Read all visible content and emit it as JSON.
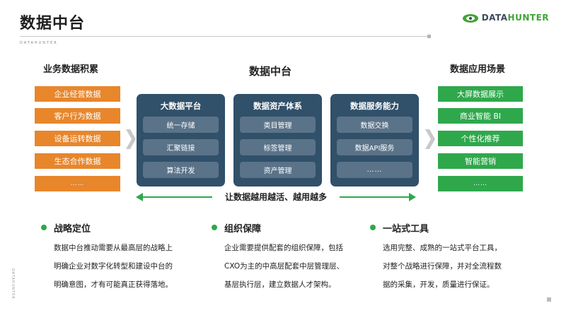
{
  "header": {
    "title": "数据中台",
    "brand_a": "DATA",
    "brand_b": "HUNTER",
    "sub_brand": "DATAHUNTER"
  },
  "diagram": {
    "left_title": "业务数据积累",
    "center_title": "数据中台",
    "right_title": "数据应用场景",
    "left_items": [
      "企业经营数据",
      "客户行为数据",
      "设备运转数据",
      "生态合作数据",
      "……"
    ],
    "right_items": [
      "大屏数据展示",
      "商业智能 BI",
      "个性化推荐",
      "智能营销",
      "……"
    ],
    "panels": [
      {
        "title": "大数据平台",
        "items": [
          "统一存储",
          "汇聚链接",
          "算法开发"
        ]
      },
      {
        "title": "数据资产体系",
        "items": [
          "类目管理",
          "标签管理",
          "资产管理"
        ]
      },
      {
        "title": "数据服务能力",
        "items": [
          "数据交换",
          "数据API服务",
          "……"
        ]
      }
    ],
    "loop_label": "让数据越用越活、越用越多"
  },
  "sections": [
    {
      "title": "战略定位",
      "lines": [
        "数据中台推动需要从最高层的战略上",
        "明确企业对数字化转型和建设中台的",
        "明确意图，才有可能真正获得落地。"
      ]
    },
    {
      "title": "组织保障",
      "lines": [
        "企业需要提供配套的组织保障，包括",
        "CXO为主的中高层配套中层管理层、",
        "基层执行层，建立数据人才架构。"
      ]
    },
    {
      "title": "一站式工具",
      "lines": [
        "选用完整、成熟的一站式平台工具，",
        "对整个战略进行保障，并对全流程数",
        "据的采集，开发，质量进行保证。"
      ]
    }
  ],
  "footer": {
    "vertical_brand": "DATAHUNTER"
  },
  "colors": {
    "orange": "#e8862b",
    "green": "#2fa84c",
    "navy": "#31506a",
    "panel_item": "#5a7389"
  }
}
